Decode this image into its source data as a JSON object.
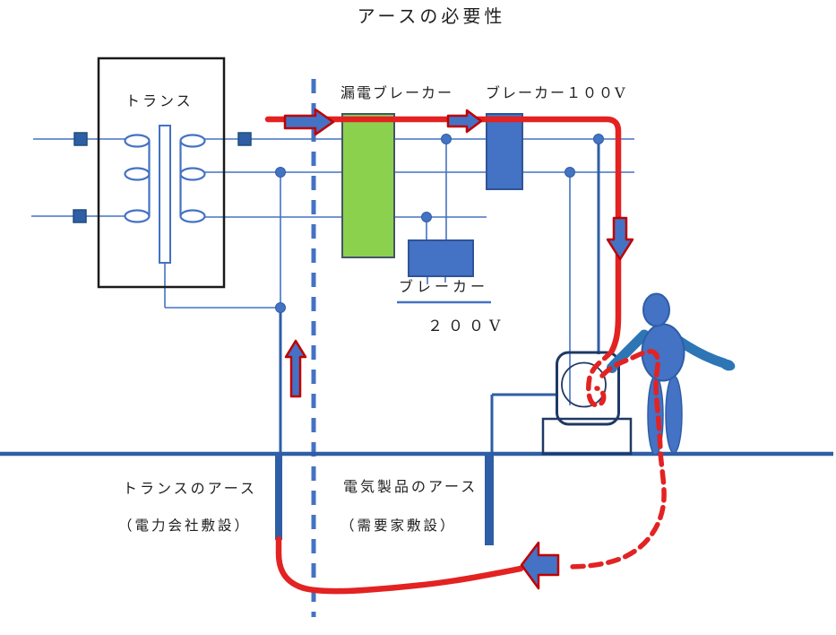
{
  "title": "アースの必要性",
  "labels": {
    "transformer": "トランス",
    "leakage_breaker": "漏電ブレーカー",
    "breaker_100v": "ブレーカー１００V",
    "breaker_200v_name": "ブレーカー",
    "breaker_200v_volt": "２００V",
    "transformer_earth": "トランスのアース",
    "transformer_earth_note": "（電力会社敷設）",
    "appliance_earth": "電気製品のアース",
    "appliance_earth_note": "（需要家敷設）"
  },
  "colors": {
    "circuit_blue": "#4472C4",
    "deep_blue": "#2E5EA6",
    "navy_outline": "#1F3864",
    "breaker_green_fill": "#8CD14E",
    "breaker_green_border": "#44546A",
    "breaker_blue_fill": "#4472C4",
    "breaker_blue_border": "#2F5597",
    "fault_red": "#E32222",
    "arrow_red_outline": "#C00000",
    "boundary_dash_blue": "#4472C4",
    "box_black": "#1A1A1A",
    "text_color": "#1F1F1F"
  }
}
